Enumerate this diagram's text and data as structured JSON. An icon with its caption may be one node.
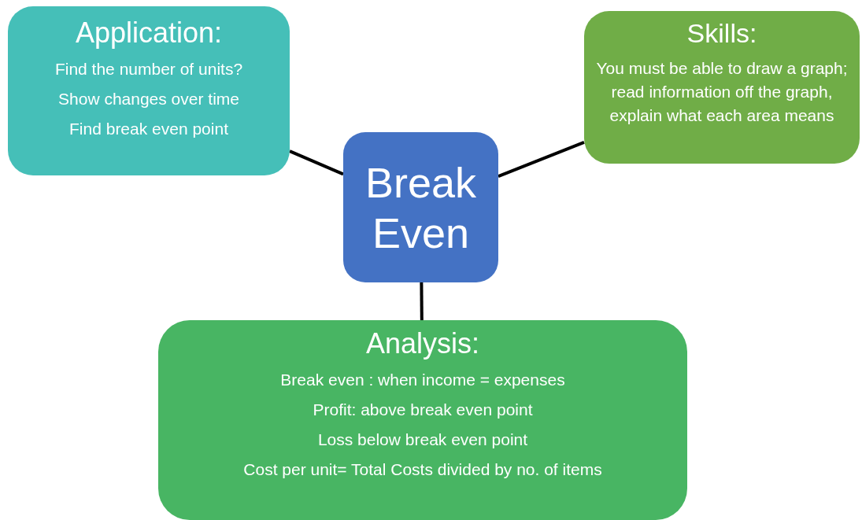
{
  "diagram": {
    "nodes": [
      {
        "text": [
          "Application:",
          "Find the number of units?",
          "Show changes over time",
          "Find break even point"
        ]
      },
      {
        "text": [
          "Skills:",
          "You must be able to draw a graph; read information off the graph, explain what each area means"
        ]
      },
      {
        "text": [
          "Break Even"
        ]
      },
      {
        "text": [
          "Analysis:",
          "Break even : when income = expenses",
          "Profit: above break even point",
          "Loss below break even point",
          "Cost per unit=  Total Costs divided by  no. of items"
        ]
      }
    ],
    "edges": [
      {
        "from": 2,
        "to": 0,
        "arrow": "none"
      },
      {
        "from": 2,
        "to": 1,
        "arrow": "none"
      },
      {
        "from": 2,
        "to": 3,
        "arrow": "none"
      }
    ]
  }
}
